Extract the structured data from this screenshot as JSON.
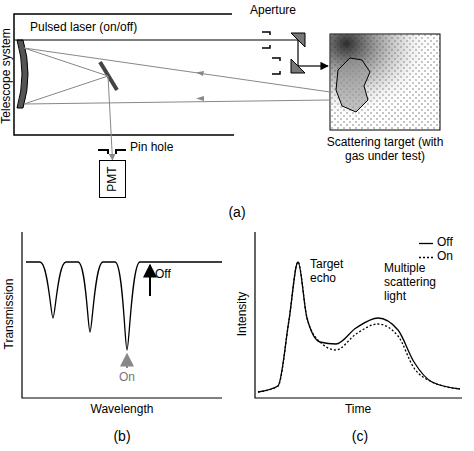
{
  "diagram": {
    "nodes": [
      {
        "text": [
          "Telescope system"
        ]
      },
      {
        "text": [
          "Scattering target (with gas under test)"
        ]
      },
      {
        "text": [
          "PMT"
        ]
      }
    ],
    "edges": [
      {
        "from": 1,
        "to": 2,
        "arrow": "to"
      }
    ],
    "labels": [
      "Aperture",
      "Pulsed laser (on/off)",
      "Pin hole",
      "(a)",
      "Transmission",
      "Wavelength",
      "Off",
      "On",
      "(b)",
      "Intensity",
      "Time",
      "Target echo",
      "Multiple scattering light",
      "(c)"
    ],
    "legend": [
      {
        "text": "Off"
      },
      {
        "text": "On"
      }
    ]
  }
}
